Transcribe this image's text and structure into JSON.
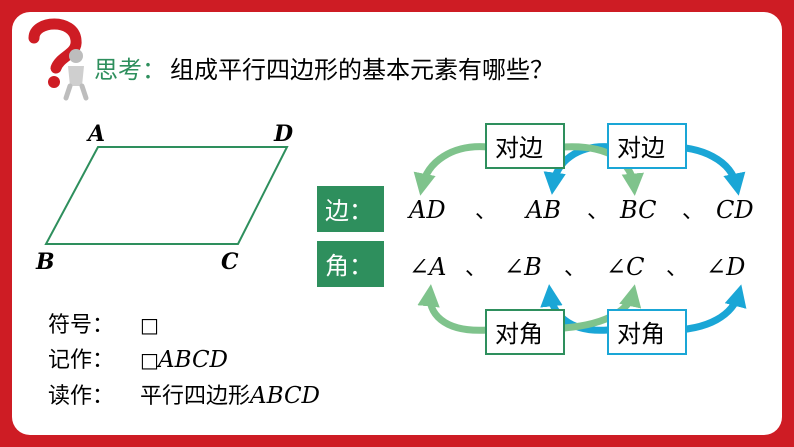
{
  "header": {
    "label": "思考：",
    "question": "组成平行四边形的基本元素有哪些？",
    "label_color": "#2e8f5d",
    "icon": "question-figure-icon"
  },
  "parallelogram": {
    "vertices": {
      "a": "A",
      "b": "B",
      "c": "C",
      "d": "D"
    },
    "stroke_color": "#2e8f5d"
  },
  "notation": {
    "symbol_label": "符号：",
    "symbol": "□",
    "written_label": "记作：",
    "written_symbol": "□",
    "written_name": "ABCD",
    "read_label": "读作：",
    "read_text": "平行四边形",
    "read_name": "ABCD"
  },
  "sides_row": {
    "label": "边：",
    "items": [
      "AD",
      "AB",
      "BC",
      "CD"
    ],
    "separator": "、",
    "label_bg": "#2e8f5d"
  },
  "angles_row": {
    "label": "角：",
    "items": [
      "∠A",
      "∠B",
      "∠C",
      "∠D"
    ],
    "separator": "、",
    "label_bg": "#2e8f5d"
  },
  "relations": {
    "opposite_side": "对边",
    "opposite_angle": "对角",
    "color_green": "#7fc38c",
    "color_blue": "#1aa6d6"
  }
}
